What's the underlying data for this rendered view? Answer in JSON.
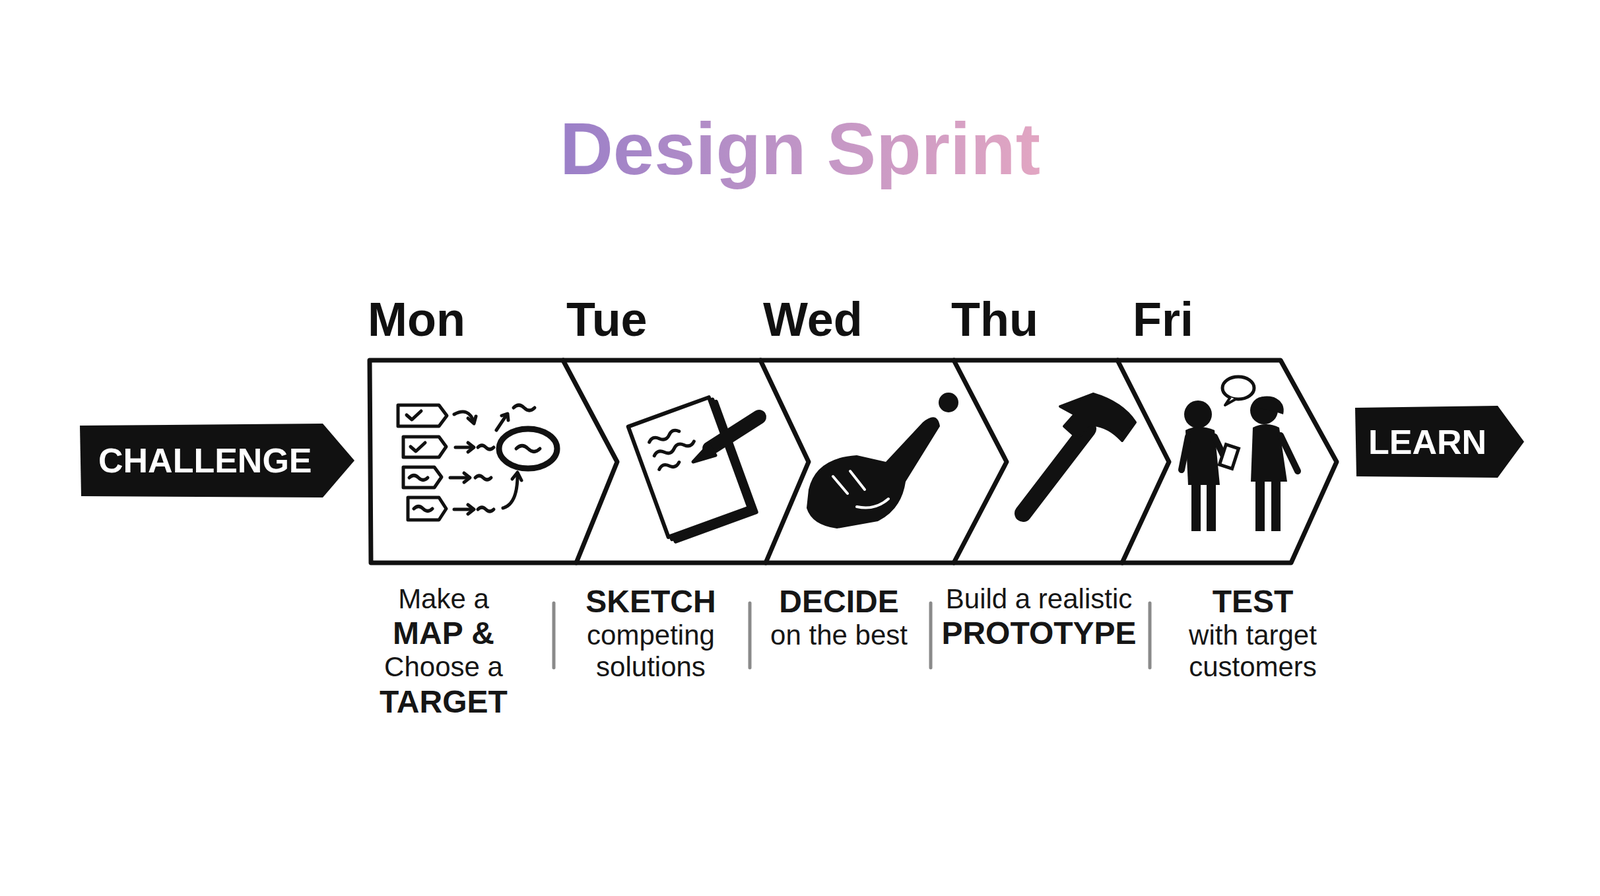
{
  "diagram": {
    "title": "Design Sprint",
    "nodes": [
      {
        "text": [
          "CHALLENGE"
        ]
      },
      {
        "text": [
          "Mon",
          "Make a MAP & Choose a TARGET"
        ]
      },
      {
        "text": [
          "Tue",
          "SKETCH competing solutions"
        ]
      },
      {
        "text": [
          "Wed",
          "DECIDE on the best"
        ]
      },
      {
        "text": [
          "Thu",
          "Build a realistic PROTOTYPE"
        ]
      },
      {
        "text": [
          "Fri",
          "TEST with target customers"
        ]
      },
      {
        "text": [
          "LEARN"
        ]
      }
    ]
  }
}
